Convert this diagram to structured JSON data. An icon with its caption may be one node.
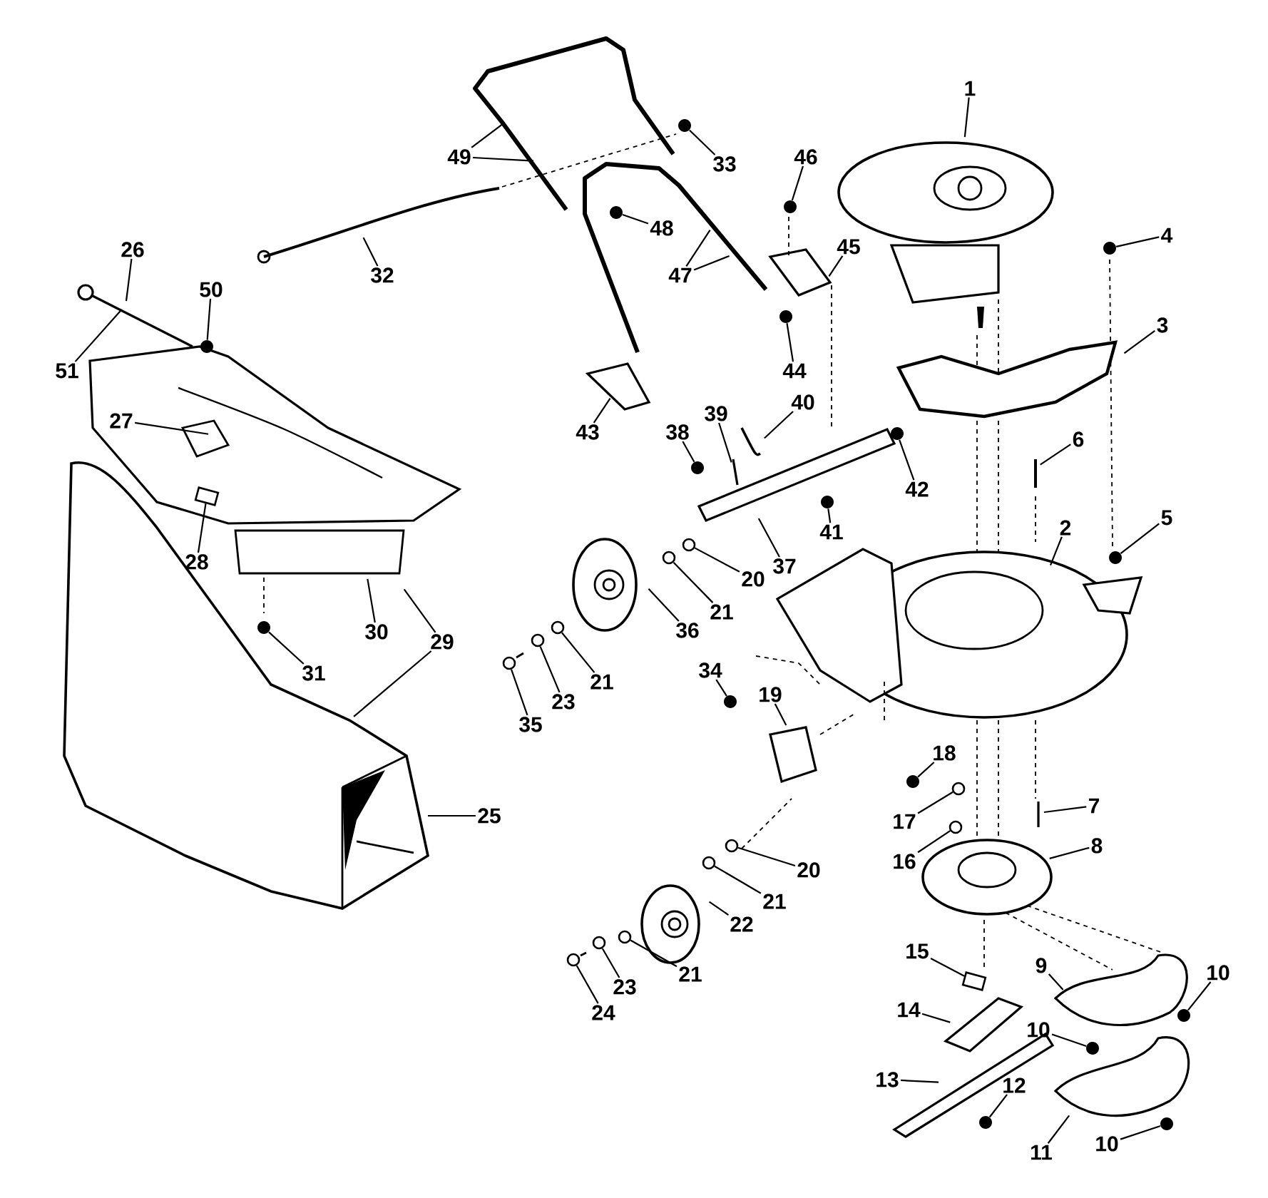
{
  "diagram": {
    "nodes": [
      {
        "text": [
          "1"
        ]
      },
      {
        "text": [
          "2"
        ]
      },
      {
        "text": [
          "3"
        ]
      },
      {
        "text": [
          "4"
        ]
      },
      {
        "text": [
          "5"
        ]
      },
      {
        "text": [
          "6"
        ]
      },
      {
        "text": [
          "7"
        ]
      },
      {
        "text": [
          "8"
        ]
      },
      {
        "text": [
          "9"
        ]
      },
      {
        "text": [
          "10"
        ]
      },
      {
        "text": [
          "10"
        ]
      },
      {
        "text": [
          "10"
        ]
      },
      {
        "text": [
          "11"
        ]
      },
      {
        "text": [
          "12"
        ]
      },
      {
        "text": [
          "13"
        ]
      },
      {
        "text": [
          "14"
        ]
      },
      {
        "text": [
          "15"
        ]
      },
      {
        "text": [
          "16"
        ]
      },
      {
        "text": [
          "17"
        ]
      },
      {
        "text": [
          "18"
        ]
      },
      {
        "text": [
          "19"
        ]
      },
      {
        "text": [
          "20"
        ]
      },
      {
        "text": [
          "20"
        ]
      },
      {
        "text": [
          "21"
        ]
      },
      {
        "text": [
          "21"
        ]
      },
      {
        "text": [
          "21"
        ]
      },
      {
        "text": [
          "21"
        ]
      },
      {
        "text": [
          "22"
        ]
      },
      {
        "text": [
          "23"
        ]
      },
      {
        "text": [
          "23"
        ]
      },
      {
        "text": [
          "24"
        ]
      },
      {
        "text": [
          "25"
        ]
      },
      {
        "text": [
          "26"
        ]
      },
      {
        "text": [
          "27"
        ]
      },
      {
        "text": [
          "28"
        ]
      },
      {
        "text": [
          "29"
        ]
      },
      {
        "text": [
          "30"
        ]
      },
      {
        "text": [
          "31"
        ]
      },
      {
        "text": [
          "32"
        ]
      },
      {
        "text": [
          "33"
        ]
      },
      {
        "text": [
          "34"
        ]
      },
      {
        "text": [
          "35"
        ]
      },
      {
        "text": [
          "36"
        ]
      },
      {
        "text": [
          "37"
        ]
      },
      {
        "text": [
          "38"
        ]
      },
      {
        "text": [
          "39"
        ]
      },
      {
        "text": [
          "40"
        ]
      },
      {
        "text": [
          "41"
        ]
      },
      {
        "text": [
          "42"
        ]
      },
      {
        "text": [
          "43"
        ]
      },
      {
        "text": [
          "44"
        ]
      },
      {
        "text": [
          "45"
        ]
      },
      {
        "text": [
          "46"
        ]
      },
      {
        "text": [
          "47"
        ]
      },
      {
        "text": [
          "48"
        ]
      },
      {
        "text": [
          "49"
        ]
      },
      {
        "text": [
          "50"
        ]
      },
      {
        "text": [
          "51"
        ]
      },
      {
        "text": [],
        "shape": "dot"
      },
      {
        "text": [],
        "shape": "dot"
      },
      {
        "text": [],
        "shape": "dot"
      },
      {
        "text": [],
        "shape": "dot"
      },
      {
        "text": [],
        "shape": "dot"
      },
      {
        "text": [],
        "shape": "dot"
      },
      {
        "text": [],
        "shape": "box"
      },
      {
        "text": [],
        "shape": "circle"
      },
      {
        "text": [],
        "shape": "circle"
      },
      {
        "text": [],
        "shape": "dot"
      },
      {
        "text": [],
        "shape": "circle"
      },
      {
        "text": [],
        "shape": "circle"
      },
      {
        "text": [],
        "shape": "circle"
      },
      {
        "text": [],
        "shape": "circle"
      },
      {
        "text": [],
        "shape": "circle"
      },
      {
        "text": [],
        "shape": "circle"
      },
      {
        "text": [],
        "shape": "circle"
      },
      {
        "text": [],
        "shape": "circle"
      },
      {
        "text": [],
        "shape": "circle"
      },
      {
        "text": [],
        "shape": "box"
      },
      {
        "text": [],
        "shape": "dot"
      },
      {
        "text": [],
        "shape": "dot"
      },
      {
        "text": [],
        "shape": "dot"
      },
      {
        "text": [],
        "shape": "circle"
      },
      {
        "text": [],
        "shape": "dot"
      },
      {
        "text": [],
        "shape": "dot"
      },
      {
        "text": [],
        "shape": "dot"
      },
      {
        "text": [],
        "shape": "dot"
      },
      {
        "text": [],
        "shape": "dot"
      },
      {
        "text": [],
        "shape": "dot"
      },
      {
        "text": [],
        "shape": "dot"
      }
    ],
    "edges": [
      {
        "from": 0,
        "to": null,
        "arrow": "none"
      },
      {
        "from": 1,
        "to": null,
        "arrow": "none"
      },
      {
        "from": 2,
        "to": null,
        "arrow": "none"
      },
      {
        "from": 3,
        "to": 58,
        "arrow": "none"
      },
      {
        "from": 4,
        "to": 59,
        "arrow": "none"
      },
      {
        "from": 5,
        "to": null,
        "arrow": "none"
      },
      {
        "from": 6,
        "to": null,
        "arrow": "none"
      },
      {
        "from": 7,
        "to": null,
        "arrow": "none"
      },
      {
        "from": 8,
        "to": null,
        "arrow": "none"
      },
      {
        "from": 9,
        "to": 60,
        "arrow": "none"
      },
      {
        "from": 10,
        "to": 61,
        "arrow": "none"
      },
      {
        "from": 11,
        "to": 62,
        "arrow": "none"
      },
      {
        "from": 12,
        "to": null,
        "arrow": "none"
      },
      {
        "from": 13,
        "to": 63,
        "arrow": "none"
      },
      {
        "from": 14,
        "to": null,
        "arrow": "none"
      },
      {
        "from": 15,
        "to": null,
        "arrow": "none"
      },
      {
        "from": 16,
        "to": 64,
        "arrow": "none"
      },
      {
        "from": 17,
        "to": 65,
        "arrow": "none"
      },
      {
        "from": 18,
        "to": 66,
        "arrow": "none"
      },
      {
        "from": 19,
        "to": 67,
        "arrow": "none"
      },
      {
        "from": 20,
        "to": null,
        "arrow": "none"
      },
      {
        "from": 21,
        "to": 68,
        "arrow": "none"
      },
      {
        "from": 22,
        "to": 69,
        "arrow": "none"
      },
      {
        "from": 23,
        "to": 70,
        "arrow": "none"
      },
      {
        "from": 24,
        "to": 71,
        "arrow": "none"
      },
      {
        "from": 25,
        "to": 72,
        "arrow": "none"
      },
      {
        "from": 26,
        "to": 73,
        "arrow": "none"
      },
      {
        "from": 27,
        "to": null,
        "arrow": "none"
      },
      {
        "from": 28,
        "to": 74,
        "arrow": "none"
      },
      {
        "from": 29,
        "to": 75,
        "arrow": "none"
      },
      {
        "from": 30,
        "to": 76,
        "arrow": "none"
      },
      {
        "from": 31,
        "to": null,
        "arrow": "none"
      },
      {
        "from": 32,
        "to": null,
        "arrow": "none"
      },
      {
        "from": 33,
        "to": null,
        "arrow": "none"
      },
      {
        "from": 34,
        "to": 77,
        "arrow": "none"
      },
      {
        "from": 35,
        "to": null,
        "arrow": "none"
      },
      {
        "from": 35,
        "to": null,
        "arrow": "none"
      },
      {
        "from": 36,
        "to": null,
        "arrow": "none"
      },
      {
        "from": 37,
        "to": 78,
        "arrow": "none"
      },
      {
        "from": 38,
        "to": null,
        "arrow": "none"
      },
      {
        "from": 39,
        "to": 79,
        "arrow": "none"
      },
      {
        "from": 40,
        "to": 80,
        "arrow": "none"
      },
      {
        "from": 41,
        "to": 81,
        "arrow": "none"
      },
      {
        "from": 42,
        "to": null,
        "arrow": "none"
      },
      {
        "from": 43,
        "to": null,
        "arrow": "none"
      },
      {
        "from": 44,
        "to": 82,
        "arrow": "none"
      },
      {
        "from": 45,
        "to": null,
        "arrow": "none"
      },
      {
        "from": 46,
        "to": null,
        "arrow": "none"
      },
      {
        "from": 47,
        "to": 83,
        "arrow": "none"
      },
      {
        "from": 48,
        "to": 84,
        "arrow": "none"
      },
      {
        "from": 49,
        "to": null,
        "arrow": "none"
      },
      {
        "from": 50,
        "to": 85,
        "arrow": "none"
      },
      {
        "from": 51,
        "to": null,
        "arrow": "none"
      },
      {
        "from": 52,
        "to": 86,
        "arrow": "none"
      },
      {
        "from": 53,
        "to": null,
        "arrow": "none"
      },
      {
        "from": 53,
        "to": null,
        "arrow": "none"
      },
      {
        "from": 54,
        "to": 87,
        "arrow": "none"
      },
      {
        "from": 55,
        "to": null,
        "arrow": "none"
      },
      {
        "from": 55,
        "to": null,
        "arrow": "none"
      },
      {
        "from": 56,
        "to": 88,
        "arrow": "none"
      },
      {
        "from": 57,
        "to": null,
        "arrow": "none"
      }
    ]
  }
}
